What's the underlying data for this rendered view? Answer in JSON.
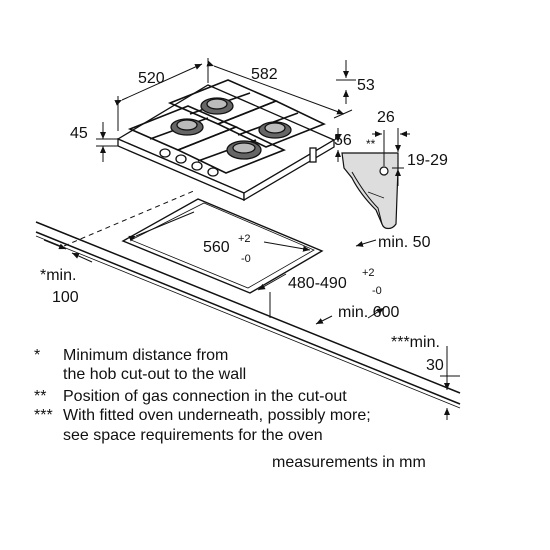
{
  "dimensions": {
    "hob_depth": "520",
    "hob_width": "582",
    "hob_top_offset": "53",
    "hob_height": "45",
    "side_offset": "56",
    "gas_connection_offset": "26",
    "gas_marker": "**",
    "worktop_thickness": "19-29",
    "cutout_width": {
      "main": "560",
      "sup": "+2",
      "sub": "-0"
    },
    "cutout_depth": {
      "main": "480-490",
      "sup": "+2",
      "sub": "-0"
    },
    "min_side": "min. 50",
    "min_wall_line1": "*min.",
    "min_wall_line2": "100",
    "min_worktop_depth": "min. 600",
    "min_oven_line1": "***min.",
    "min_oven_line2": "30"
  },
  "notes": [
    {
      "mark": "*",
      "lines": [
        "Minimum distance from",
        "the hob cut-out to the wall"
      ]
    },
    {
      "mark": "**",
      "lines": [
        "Position of gas connection in the cut-out"
      ]
    },
    {
      "mark": "***",
      "lines": [
        "With fitted oven underneath, possibly more;",
        "see space requirements for the oven"
      ]
    }
  ],
  "units_label": "measurements in mm"
}
